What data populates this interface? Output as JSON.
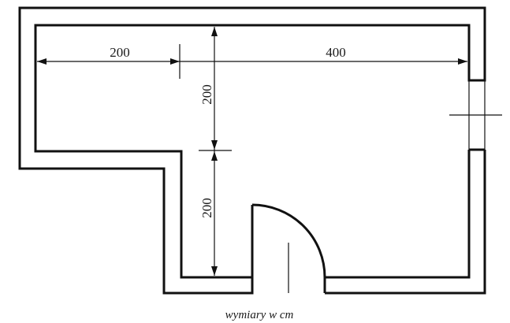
{
  "dimensions": {
    "top_left_width": "200",
    "top_right_width": "400",
    "vertical_upper": "200",
    "vertical_lower": "200"
  },
  "caption": "wymiary w cm",
  "colors": {
    "line": "#111111",
    "background": "#ffffff"
  }
}
